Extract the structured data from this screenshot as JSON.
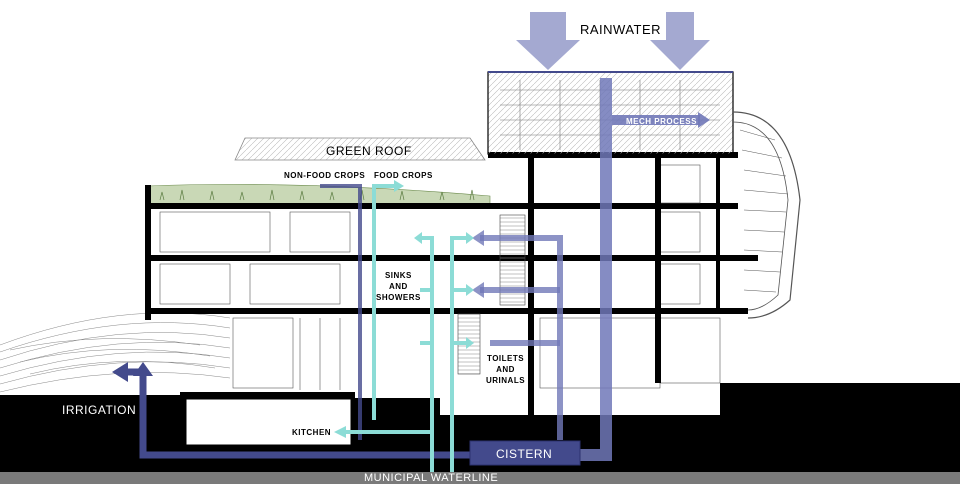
{
  "labels": {
    "rainwater": "RAINWATER",
    "green_roof": "GREEN ROOF",
    "mech_process": "MECH PROCESS",
    "non_food_crops": "NON-FOOD CROPS",
    "food_crops": "FOOD CROPS",
    "sinks_showers": "SINKS\nAND\nSHOWERS",
    "toilets_urinals": "TOILETS\nAND\nURINALS",
    "irrigation": "IRRIGATION",
    "kitchen": "KITCHEN",
    "cistern": "CISTERN",
    "municipal_waterline": "MUNICIPAL WATERLINE"
  },
  "colors": {
    "rainwater_arrow": "#9aa0cc",
    "greywater_pipe": "#434a8c",
    "potable_pipe": "#8cdcd6",
    "treated_pipe": "#7078b8",
    "ground": "#000000",
    "waterline": "#7a7a7a",
    "structure": "#000000"
  }
}
